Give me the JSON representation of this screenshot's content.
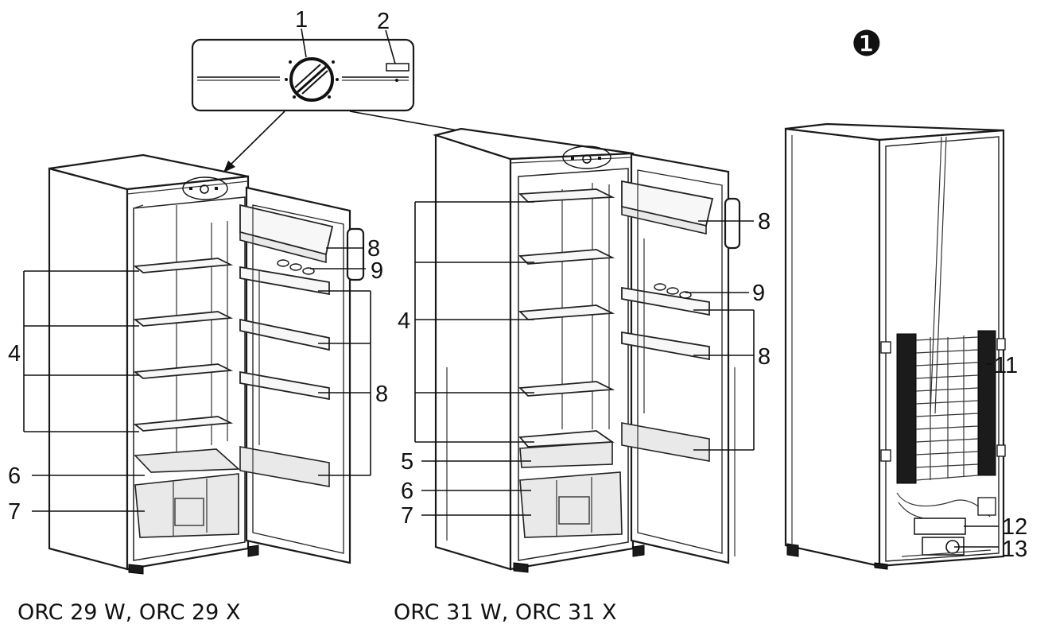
{
  "figure_marker": "❶",
  "captions": {
    "left": "ORC 29 W, ORC 29 X",
    "middle": "ORC 31 W, ORC 31 X"
  },
  "callouts": {
    "c1": "1",
    "c2": "2",
    "left_4": "4",
    "left_6": "6",
    "left_7": "7",
    "left_8a": "8",
    "left_8b": "8",
    "left_9": "9",
    "mid_4": "4",
    "mid_5": "5",
    "mid_6": "6",
    "mid_7": "7",
    "mid_8a": "8",
    "mid_8b": "8",
    "mid_9": "9",
    "right_11": "11",
    "right_12": "12",
    "right_13": "13"
  }
}
